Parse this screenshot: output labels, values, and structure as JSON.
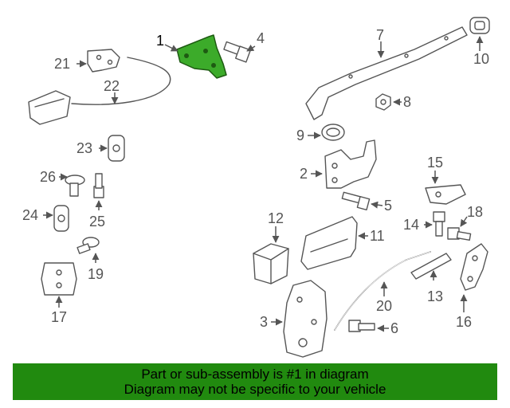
{
  "diagram": {
    "callouts": [
      "1",
      "2",
      "3",
      "4",
      "5",
      "6",
      "7",
      "8",
      "9",
      "10",
      "11",
      "12",
      "13",
      "14",
      "15",
      "16",
      "17",
      "18",
      "19",
      "20",
      "21",
      "22",
      "23",
      "24",
      "25",
      "26"
    ],
    "highlight_color": "#3cab2a",
    "line_color": "#555555"
  },
  "banner": {
    "line1": "Part or sub-assembly is #1 in diagram",
    "line2": "Diagram may not be specific to your vehicle",
    "background": "#218a0f"
  }
}
